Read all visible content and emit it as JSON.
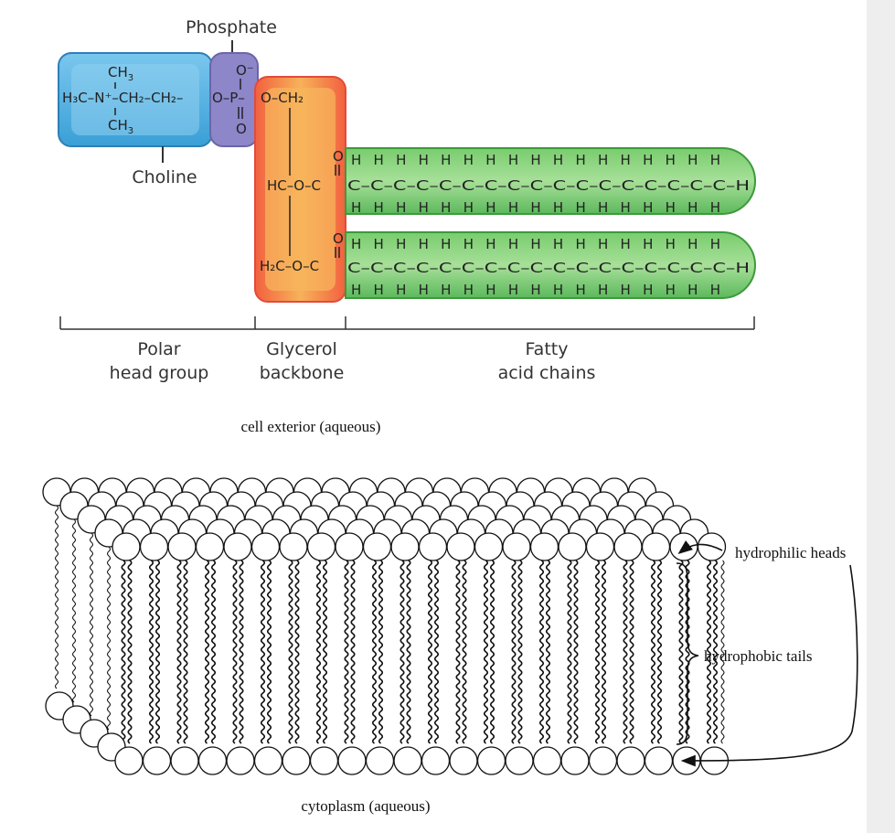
{
  "molecule": {
    "phosphate_label": "Phosphate",
    "choline_label": "Choline",
    "choline": {
      "top_ch3": "CH",
      "top_ch3_sub": "3",
      "chain": "H₃C–N⁺–CH₂–CH₂–",
      "bottom_ch3": "CH",
      "bottom_ch3_sub": "3"
    },
    "phosphate": {
      "o_top": "O⁻",
      "chain": "O–P–",
      "o_bottom": "O"
    },
    "glycerol": {
      "row1": "O–CH₂",
      "row2": "HC–O–C",
      "row3": "H₂C–O–C",
      "carbonyl_o": "O"
    },
    "fatty_acid_row": "C–C–C–C–C–C–C–C–C–C–C–C–C–C–C–C–C–H",
    "h_row": "H H H H H H H H H H H H H H H H H",
    "region_labels": {
      "polar": [
        "Polar",
        "head group"
      ],
      "glycerol": [
        "Glycerol",
        "backbone"
      ],
      "fatty": [
        "Fatty",
        "acid chains"
      ]
    },
    "colors": {
      "choline": "#3a9fd6",
      "phosphate": "#8d86c9",
      "glycerol": "#f0793e",
      "fatty": "#5cb85c"
    }
  },
  "bilayer": {
    "top_label": "cell exterior (aqueous)",
    "bottom_label": "cytoplasm (aqueous)",
    "heads_label": "hydrophilic heads",
    "tails_label": "hydrophobic tails"
  }
}
